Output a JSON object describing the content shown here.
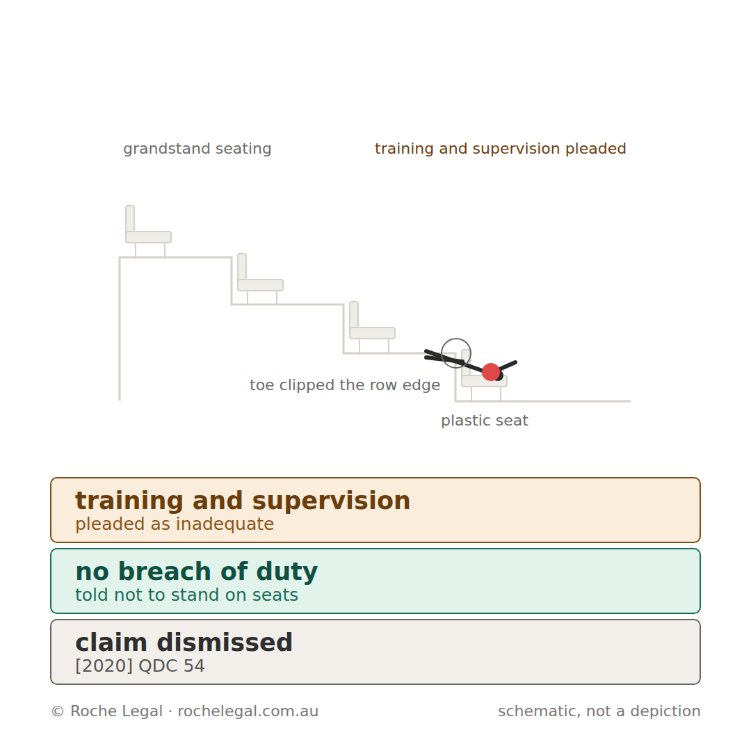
{
  "diagram": {
    "nodes": [
      {
        "text": [
          "training and supervision",
          "pleaded as inadequate"
        ]
      },
      {
        "text": [
          "no breach of duty",
          "told not to stand on seats"
        ]
      },
      {
        "text": [
          "claim dismissed",
          "[2020] QDC 54"
        ]
      }
    ],
    "labels": [
      "grandstand seating",
      "training and supervision pleaded",
      "toe clipped the row edge",
      "plastic seat",
      "© Roche Legal · rochelegal.com.au",
      "schematic, not a depiction"
    ]
  }
}
